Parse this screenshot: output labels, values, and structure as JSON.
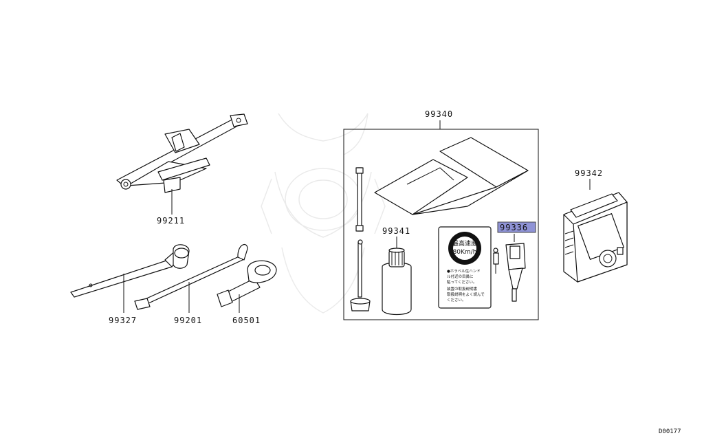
{
  "diagram_code": "D00177",
  "parts": {
    "jack": "99211",
    "wheel_brace": "99327",
    "jack_handle": "99201",
    "towing_hook": "60501",
    "repair_kit": "99340",
    "sealant_bottle": "99341",
    "valve_tool": "99336",
    "compressor": "99342"
  },
  "highlight_color": "#8f93d6",
  "speed_label": {
    "jp": "最高速度",
    "speed": "80Km/h"
  },
  "label_notes": [
    "●ホラベル住ハンド",
    "ル付近の目鼻に",
    "貼ってください。",
    "装置の取扱説明書",
    "取扱説明をよく読んで",
    "ください。"
  ]
}
